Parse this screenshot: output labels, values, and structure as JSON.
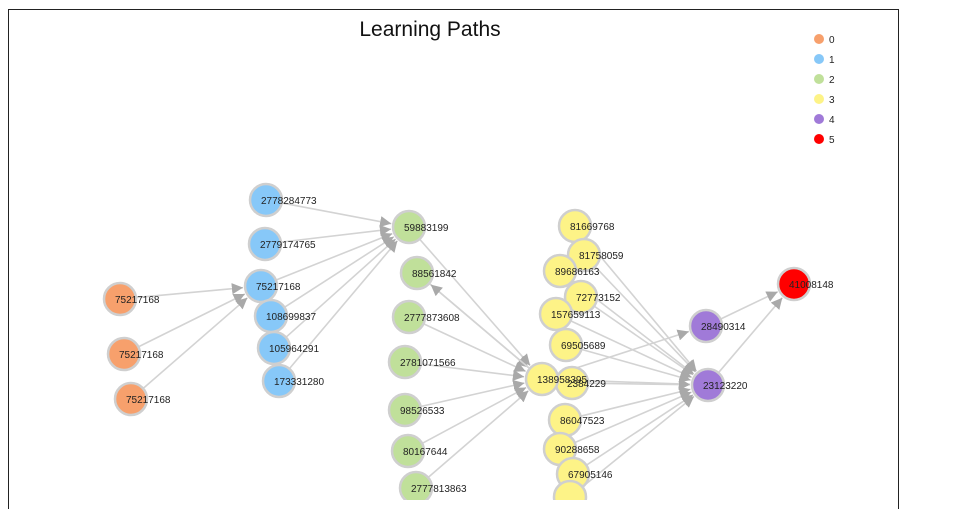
{
  "title": "Learning Paths",
  "legend": [
    {
      "label": "0",
      "color": "#f7a06c"
    },
    {
      "label": "1",
      "color": "#87c8f8"
    },
    {
      "label": "2",
      "color": "#c0e09a"
    },
    {
      "label": "3",
      "color": "#fdf387"
    },
    {
      "label": "4",
      "color": "#a07ad8"
    },
    {
      "label": "5",
      "color": "#ff0000"
    }
  ],
  "nodes": [
    {
      "id": "a1",
      "label": "75217168",
      "group": 0
    },
    {
      "id": "a2",
      "label": "75217168",
      "group": 0
    },
    {
      "id": "a3",
      "label": "75217168",
      "group": 0
    },
    {
      "id": "b1",
      "label": "2778284773",
      "group": 1
    },
    {
      "id": "b2",
      "label": "2779174765",
      "group": 1
    },
    {
      "id": "b3",
      "label": "75217168",
      "group": 1
    },
    {
      "id": "b4",
      "label": "108699837",
      "group": 1
    },
    {
      "id": "b5",
      "label": "105964291",
      "group": 1
    },
    {
      "id": "b6",
      "label": "173331280",
      "group": 1
    },
    {
      "id": "c1",
      "label": "59883199",
      "group": 2
    },
    {
      "id": "c2",
      "label": "88561842",
      "group": 2
    },
    {
      "id": "c3",
      "label": "2777873608",
      "group": 2
    },
    {
      "id": "c4",
      "label": "2781071566",
      "group": 2
    },
    {
      "id": "c5",
      "label": "98526533",
      "group": 2
    },
    {
      "id": "c6",
      "label": "80167644",
      "group": 2
    },
    {
      "id": "c7",
      "label": "2777813863",
      "group": 2
    },
    {
      "id": "d1",
      "label": "81669768",
      "group": 3
    },
    {
      "id": "d2",
      "label": "81758059",
      "group": 3
    },
    {
      "id": "d3",
      "label": "89686163",
      "group": 3
    },
    {
      "id": "d4",
      "label": "72773152",
      "group": 3
    },
    {
      "id": "d5",
      "label": "157659113",
      "group": 3
    },
    {
      "id": "d6",
      "label": "69505689",
      "group": 3
    },
    {
      "id": "d7",
      "label": "2384229",
      "group": 3
    },
    {
      "id": "d8",
      "label": "138958395",
      "group": 3
    },
    {
      "id": "d9",
      "label": "86047523",
      "group": 3
    },
    {
      "id": "d10",
      "label": "90288658",
      "group": 3
    },
    {
      "id": "d11",
      "label": "67905146",
      "group": 3
    },
    {
      "id": "d12",
      "label": "",
      "group": 3
    },
    {
      "id": "e1",
      "label": "28490314",
      "group": 4
    },
    {
      "id": "e2",
      "label": "23123220",
      "group": 4
    },
    {
      "id": "f1",
      "label": "41008148",
      "group": 5
    }
  ],
  "edges": [
    [
      "a1",
      "b3"
    ],
    [
      "a2",
      "b3"
    ],
    [
      "a3",
      "b3"
    ],
    [
      "b1",
      "c1"
    ],
    [
      "b2",
      "c1"
    ],
    [
      "b3",
      "c1"
    ],
    [
      "b4",
      "c1"
    ],
    [
      "b5",
      "c1"
    ],
    [
      "b6",
      "c1"
    ],
    [
      "c1",
      "d8"
    ],
    [
      "c2",
      "d8"
    ],
    [
      "c3",
      "d8"
    ],
    [
      "c4",
      "d8"
    ],
    [
      "c5",
      "d8"
    ],
    [
      "c6",
      "d8"
    ],
    [
      "c7",
      "d8"
    ],
    [
      "d8",
      "c2"
    ],
    [
      "d1",
      "e2"
    ],
    [
      "d2",
      "e2"
    ],
    [
      "d3",
      "e2"
    ],
    [
      "d4",
      "e2"
    ],
    [
      "d5",
      "e2"
    ],
    [
      "d6",
      "e2"
    ],
    [
      "d7",
      "e2"
    ],
    [
      "d8",
      "e1"
    ],
    [
      "d8",
      "e2"
    ],
    [
      "d9",
      "e2"
    ],
    [
      "d10",
      "e2"
    ],
    [
      "d11",
      "e2"
    ],
    [
      "d12",
      "e2"
    ],
    [
      "e1",
      "f1"
    ],
    [
      "e2",
      "f1"
    ]
  ]
}
